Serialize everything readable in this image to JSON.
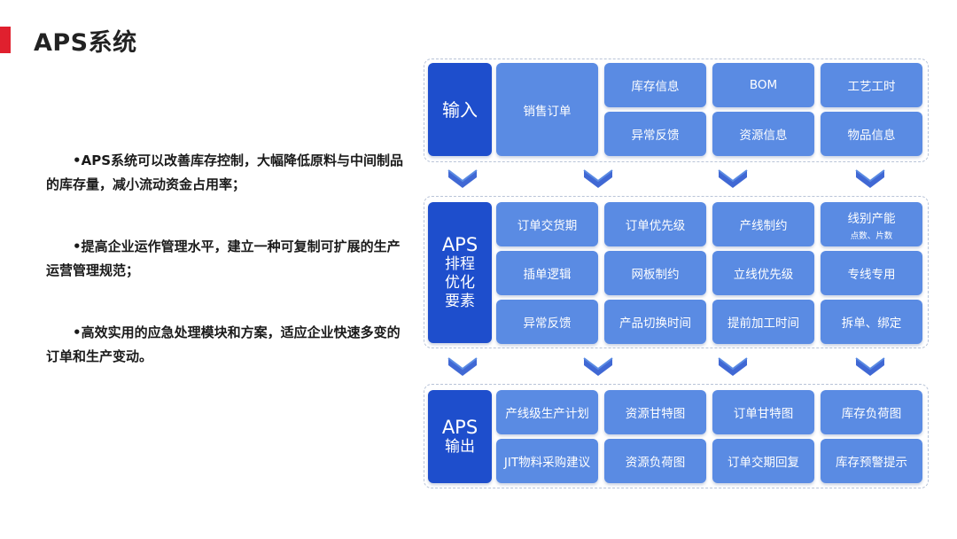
{
  "title": "APS系统",
  "bullets": [
    "•APS系统可以改善库存控制，大幅降低原料与中间制品的库存量，减小流动资金占用率；",
    "•提高企业运作管理水平，建立一种可复制可扩展的生产运营管理规范；",
    "•高效实用的应急处理模块和方案，适应企业快速多变的订单和生产变动。"
  ],
  "input": {
    "head": "输入",
    "sales_order": "销售订单",
    "cells": [
      "库存信息",
      "BOM",
      "工艺工时",
      "异常反馈",
      "资源信息",
      "物品信息"
    ]
  },
  "factors": {
    "head_line1": "APS",
    "head_line2": "排程",
    "head_line3": "优化",
    "head_line4": "要素",
    "cells": [
      "订单交货期",
      "订单优先级",
      "产线制约",
      "线别产能",
      "插单逻辑",
      "网板制约",
      "立线优先级",
      "专线专用",
      "异常反馈",
      "产品切换时间",
      "提前加工时间",
      "拆单、绑定"
    ],
    "capacity_note": "点数、片数"
  },
  "output": {
    "head_line1": "APS",
    "head_line2": "输出",
    "cells": [
      "产线级生产计划",
      "资源甘特图",
      "订单甘特图",
      "库存负荷图",
      "JIT物料采购建议",
      "资源负荷图",
      "订单交期回复",
      "库存预警提示"
    ]
  },
  "colors": {
    "accent_red": "#e0202e",
    "head_blue": "#1e4ecc",
    "cell_blue": "#5a8be3"
  }
}
